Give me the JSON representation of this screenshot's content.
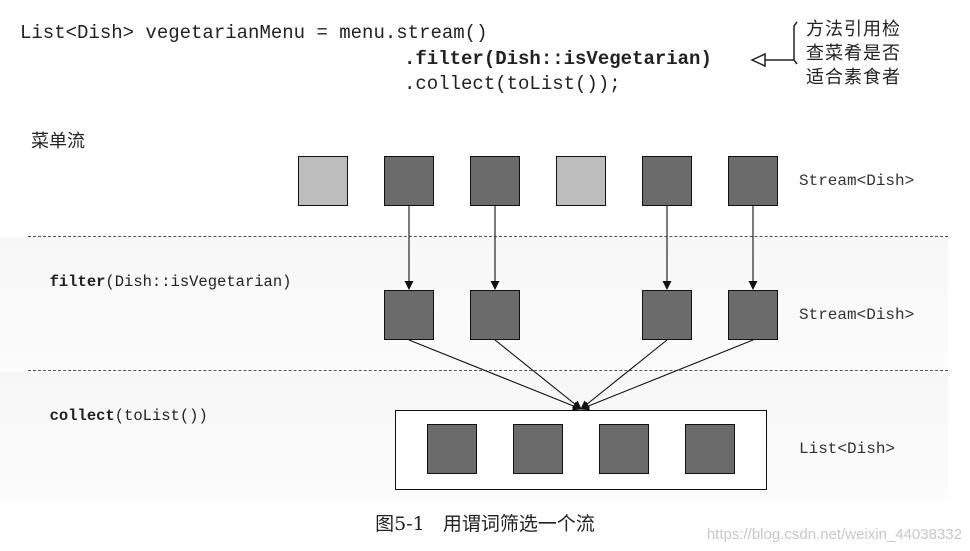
{
  "code": {
    "line1": "List<Dish> vegetarianMenu = menu.stream()",
    "line2": ".filter(Dish::isVegetarian)",
    "line3": ".collect(toList());"
  },
  "note": {
    "line1": "方法引用检",
    "line2": "查菜肴是否",
    "line3": "适合素食者"
  },
  "stages": {
    "source": {
      "title": "菜单流",
      "type_label": "Stream<Dish>"
    },
    "filter": {
      "keyword": "filter",
      "args": "(Dish::isVegetarian)",
      "type_label": "Stream<Dish>"
    },
    "collect": {
      "keyword": "collect",
      "args": "(toList())",
      "type_label": "List<Dish>"
    }
  },
  "dishes": [
    {
      "vegetarian": false
    },
    {
      "vegetarian": true
    },
    {
      "vegetarian": true
    },
    {
      "vegetarian": false
    },
    {
      "vegetarian": true
    },
    {
      "vegetarian": true
    }
  ],
  "colors": {
    "vegetarian": "#6b6b6b",
    "non_vegetarian": "#bdbdbd"
  },
  "caption": {
    "number": "图5-1",
    "title": "用谓词筛选一个流"
  },
  "watermark": "https://blog.csdn.net/weixin_44038332"
}
